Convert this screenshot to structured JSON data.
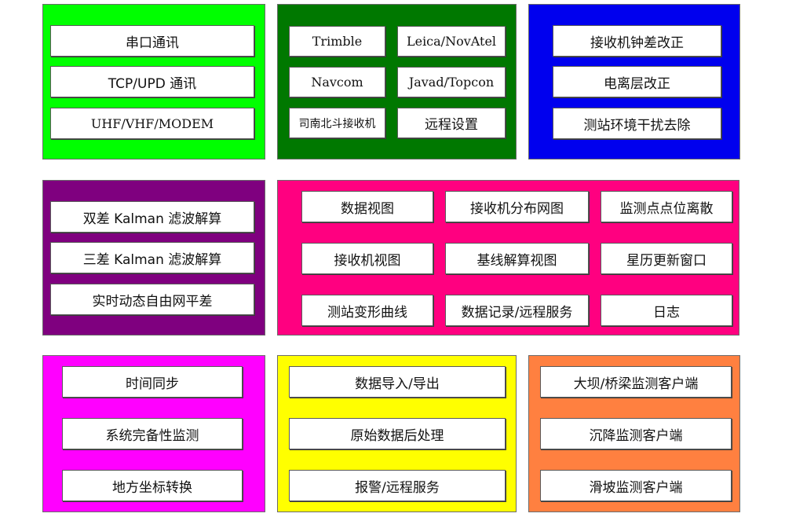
{
  "colors": {
    "comm": "#00ff00",
    "receivers": "#007800",
    "correction": "#0000ee",
    "solve": "#7f007f",
    "views": "#ff0080",
    "time": "#ff00ff",
    "data": "#ffff00",
    "clients": "#ff8040"
  },
  "panels": {
    "comm": {
      "items": [
        "串口通讯",
        "TCP/UPD 通讯",
        "UHF/VHF/MODEM"
      ]
    },
    "receivers": {
      "items": [
        "Trimble",
        "Leica/NovAtel",
        "Navcom",
        "Javad/Topcon",
        "司南北斗接收机",
        "远程设置"
      ]
    },
    "correction": {
      "items": [
        "接收机钟差改正",
        "电离层改正",
        "测站环境干扰去除"
      ]
    },
    "solve": {
      "items": [
        "双差 Kalman 滤波解算",
        "三差 Kalman 滤波解算",
        "实时动态自由网平差"
      ]
    },
    "views": {
      "items": [
        "数据视图",
        "接收机分布网图",
        "监测点点位离散",
        "接收机视图",
        "基线解算视图",
        "星历更新窗口",
        "测站变形曲线",
        "数据记录/远程服务",
        "日志"
      ]
    },
    "time": {
      "items": [
        "时间同步",
        "系统完备性监测",
        "地方坐标转换"
      ]
    },
    "data": {
      "items": [
        "数据导入/导出",
        "原始数据后处理",
        "报警/远程服务"
      ]
    },
    "clients": {
      "items": [
        "大坝/桥梁监测客户端",
        "沉降监测客户端",
        "滑坡监测客户端"
      ]
    }
  }
}
